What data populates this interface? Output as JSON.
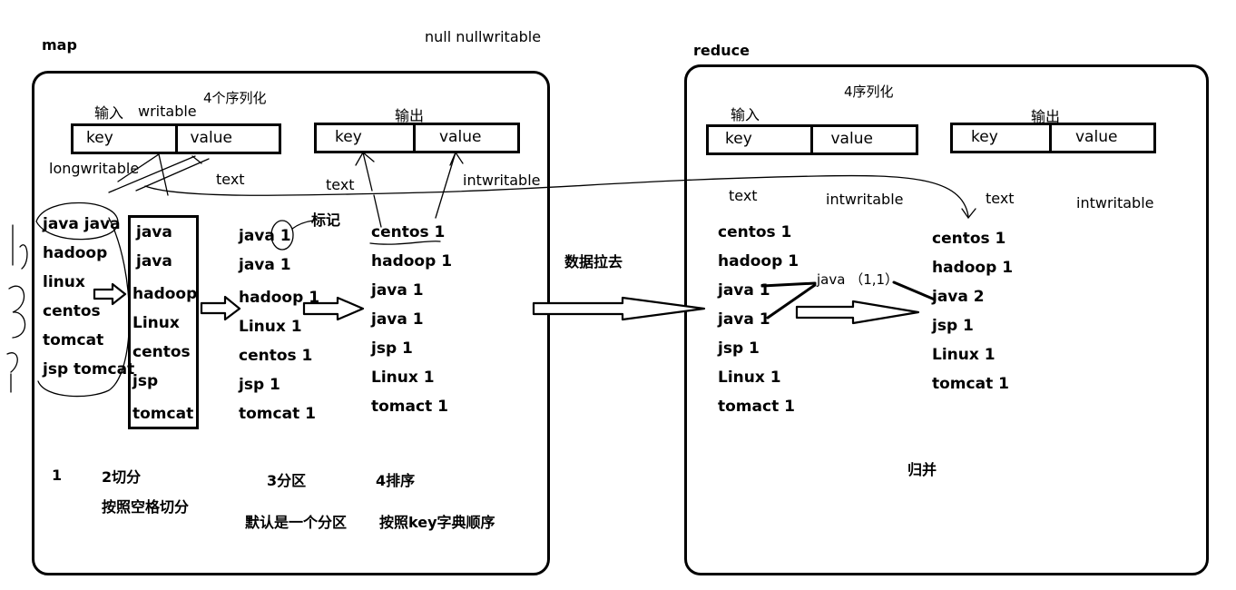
{
  "map": {
    "title": "map",
    "top_note": "null  nullwritable",
    "input": {
      "label": "输入",
      "type": "writable",
      "serial": "4个序列化",
      "key": "key",
      "value": "value",
      "key_type": "longwritable",
      "value_type": "text"
    },
    "output": {
      "label": "输出",
      "key": "key",
      "value": "value",
      "key_type": "text",
      "value_type": "intwritable"
    },
    "raw_lines": [
      "java java",
      "hadoop",
      "linux",
      "centos",
      "tomcat",
      "jsp tomcat"
    ],
    "split_words": [
      "java",
      "java",
      "hadoop",
      "Linux",
      "centos",
      "jsp",
      "tomcat"
    ],
    "marked": [
      "java 1",
      "java  1",
      "hadoop 1",
      "Linux 1",
      "centos 1",
      "jsp 1",
      "tomcat 1"
    ],
    "mark_label": "标记",
    "sorted": [
      "centos 1",
      "hadoop 1",
      "java 1",
      "java 1",
      "jsp 1",
      "Linux 1",
      "tomact 1"
    ],
    "steps": {
      "s1": "1",
      "s2": "2切分",
      "s2_note": "按照空格切分",
      "s3": "3分区",
      "s3_note": "默认是一个分区",
      "s4": "4排序",
      "s4_note": "按照key字典顺序"
    }
  },
  "transfer_label": "数据拉去",
  "reduce": {
    "title": "reduce",
    "input": {
      "label": "输入",
      "serial": "4序列化",
      "key": "key",
      "value": "value",
      "key_type": "text",
      "value_type": "intwritable"
    },
    "output": {
      "label": "输出",
      "key": "key",
      "value": "value",
      "key_type": "text",
      "value_type": "intwritable"
    },
    "in_list": [
      "centos 1",
      "hadoop 1",
      "java 1",
      "java 1",
      "jsp 1",
      "Linux 1",
      "tomact 1"
    ],
    "group_label": "java （1,1）",
    "out_list": [
      "centos 1",
      "hadoop 1",
      "java 2",
      "jsp 1",
      "Linux 1",
      "tomcat 1"
    ],
    "merge_label": "归并"
  }
}
